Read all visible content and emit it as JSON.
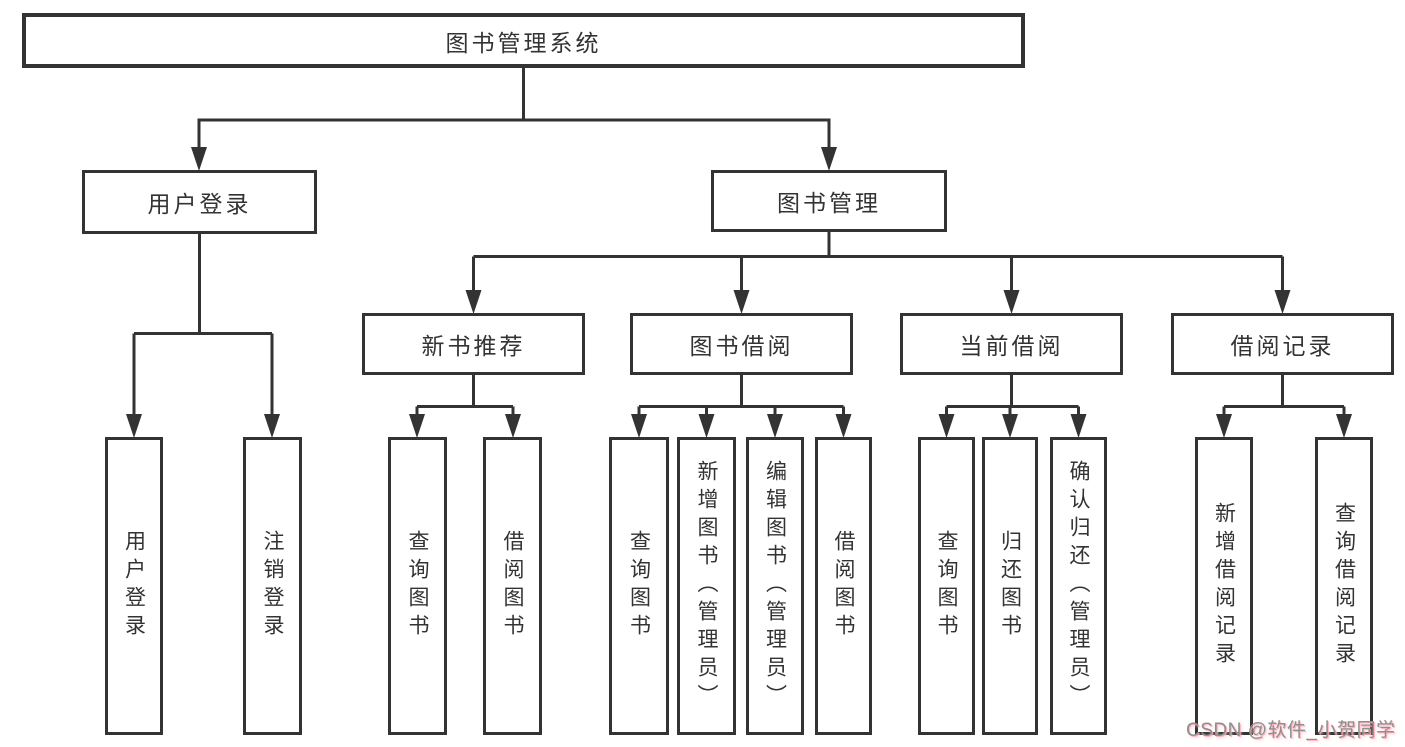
{
  "diagram": {
    "title": "图书管理系统",
    "tree": {
      "label": "图书管理系统",
      "children": [
        {
          "label": "用户登录",
          "children": [
            {
              "label": "用户登录"
            },
            {
              "label": "注销登录"
            }
          ]
        },
        {
          "label": "图书管理",
          "children": [
            {
              "label": "新书推荐",
              "children": [
                {
                  "label": "查询图书"
                },
                {
                  "label": "借阅图书"
                }
              ]
            },
            {
              "label": "图书借阅",
              "children": [
                {
                  "label": "查询图书"
                },
                {
                  "label": "新增图书（管理员）"
                },
                {
                  "label": "编辑图书（管理员）"
                },
                {
                  "label": "借阅图书"
                }
              ]
            },
            {
              "label": "当前借阅",
              "children": [
                {
                  "label": "查询图书"
                },
                {
                  "label": "归还图书"
                },
                {
                  "label": "确认归还（管理员）"
                }
              ]
            },
            {
              "label": "借阅记录",
              "children": [
                {
                  "label": "新增借阅记录"
                },
                {
                  "label": "查询借阅记录"
                }
              ]
            }
          ]
        }
      ]
    },
    "colors": {
      "line": "#333333",
      "text": "#333333",
      "box_background": "#ffffff",
      "page_background": "#ffffff"
    }
  },
  "watermark": {
    "text": "CSDN @软件_小贺同学",
    "color": "#8f8f8f",
    "shadow_color": "#ffaab4"
  }
}
